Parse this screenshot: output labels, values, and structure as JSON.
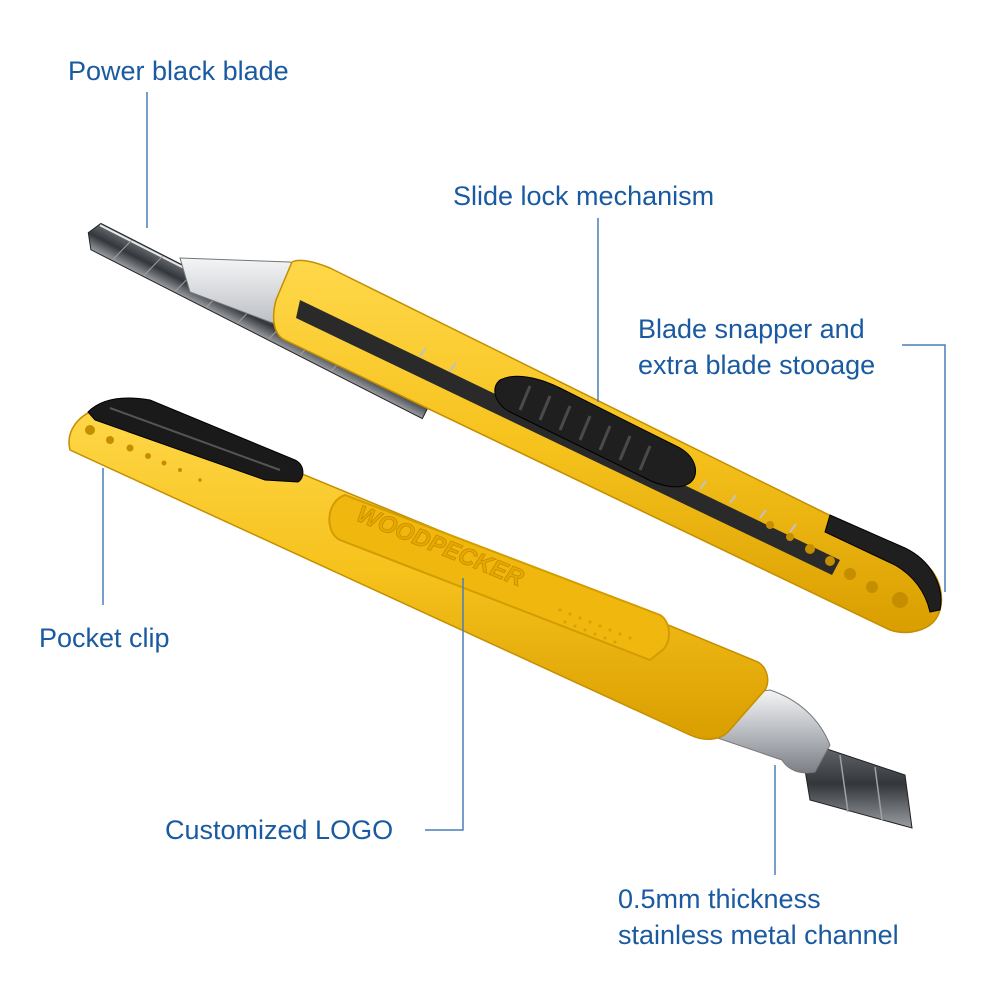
{
  "labels": {
    "power_black_blade": "Power black blade",
    "slide_lock": "Slide lock mechanism",
    "blade_snapper_line1": "Blade snapper and",
    "blade_snapper_line2": "extra blade stooage",
    "pocket_clip": "Pocket clip",
    "customized_logo": "Customized LOGO",
    "channel_line1": "0.5mm thickness",
    "channel_line2": "stainless metal channel"
  },
  "knife_logo_text": "WOODPECKER",
  "colors": {
    "label_text": "#1a5aa0",
    "leader_line": "#4a7fb8",
    "handle_yellow": "#f6c21c",
    "handle_shadow": "#e0a600",
    "grip_black": "#1f1f1f",
    "steel": "#c9ccd0"
  }
}
